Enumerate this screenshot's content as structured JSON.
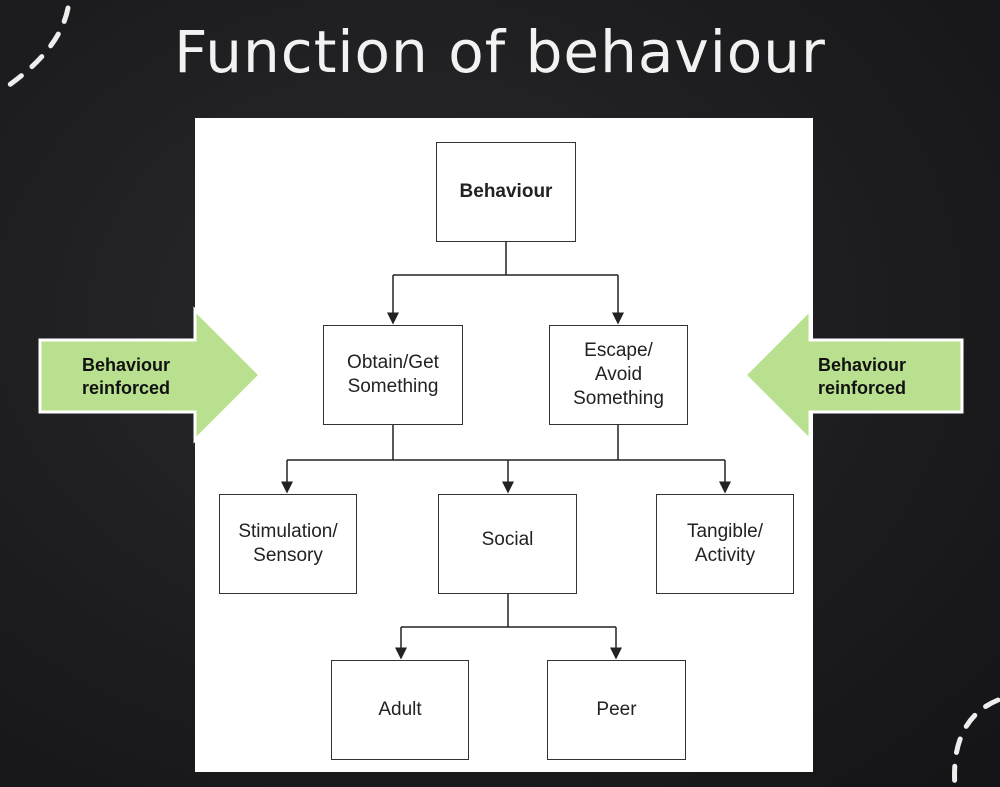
{
  "title": "Function of behaviour",
  "diagram": {
    "root": "Behaviour",
    "level1": [
      "Obtain/Get\nSomething",
      "Escape/\nAvoid\nSomething"
    ],
    "level2": [
      "Stimulation/\nSensory",
      "Social",
      "Tangible/\nActivity"
    ],
    "level3": [
      "Adult",
      "Peer"
    ],
    "left_arrow": "Behaviour\nreinforced",
    "right_arrow": "Behaviour\nreinforced"
  },
  "colors": {
    "arrow_fill": "#b8e08f",
    "background": "#1c1c1f"
  }
}
